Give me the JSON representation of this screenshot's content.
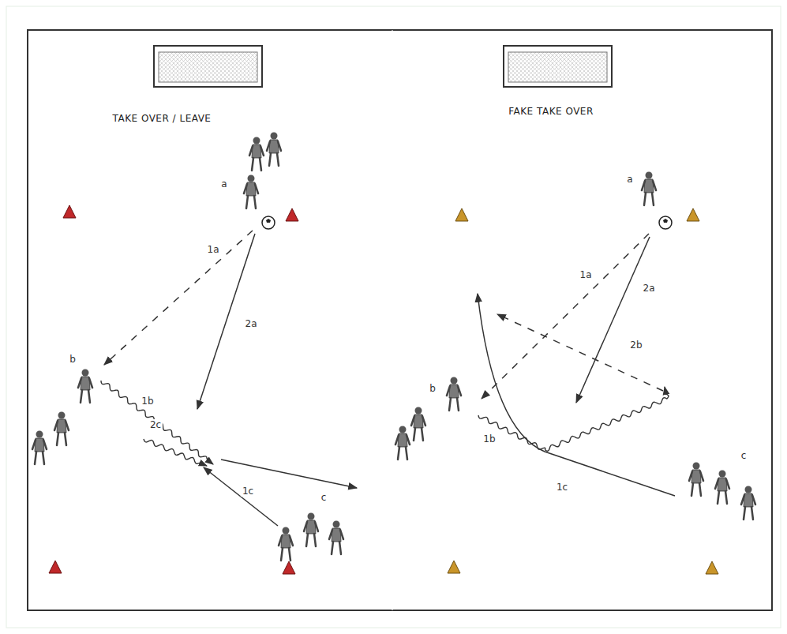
{
  "diagram": {
    "labels": [
      "TAKE OVER / LEAVE",
      "FAKE TAKE OVER",
      "a",
      "1a",
      "2a",
      "b",
      "1b",
      "2c",
      "1c",
      "c",
      "a",
      "1a",
      "2a",
      "b",
      "2b",
      "1b",
      "1c",
      "c"
    ]
  }
}
